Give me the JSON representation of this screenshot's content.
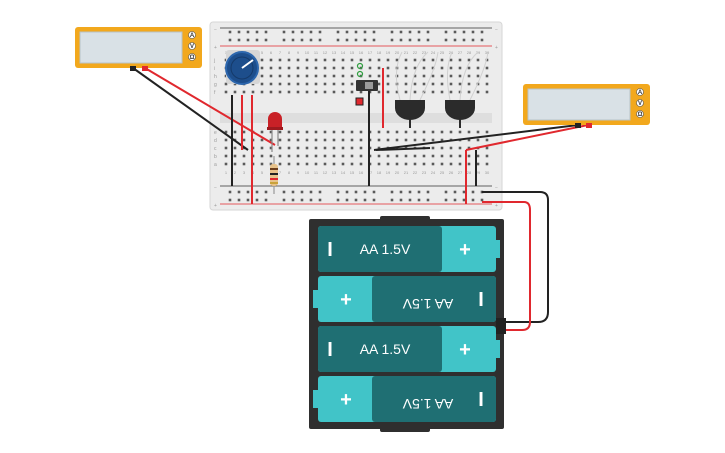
{
  "multimeters": [
    {
      "id": "meter-left",
      "buttons": [
        "A",
        "V",
        "Ω"
      ]
    },
    {
      "id": "meter-right",
      "buttons": [
        "A",
        "V",
        "Ω"
      ]
    }
  ],
  "breadboard": {
    "row_letters_top": [
      "j",
      "i",
      "h",
      "g",
      "f"
    ],
    "row_letters_bottom": [
      "e",
      "d",
      "c",
      "b",
      "a"
    ],
    "column_count": 30
  },
  "battery_pack": {
    "cells": [
      {
        "label": "AA 1.5V",
        "neg": "I",
        "pos": "+",
        "flipped": false
      },
      {
        "label": "AA 1.5V",
        "neg": "I",
        "pos": "+",
        "flipped": true
      },
      {
        "label": "AA 1.5V",
        "neg": "I",
        "pos": "+",
        "flipped": false
      },
      {
        "label": "AA 1.5V",
        "neg": "I",
        "pos": "+",
        "flipped": true
      }
    ]
  },
  "colors": {
    "meter_body": "#f2a81d",
    "meter_screen": "#d9e1e6",
    "breadboard": "#ececec",
    "hole": "#5a5a5a",
    "rail_red": "#e0282e",
    "rail_dark": "#333333",
    "wire_red": "#e0282e",
    "wire_black": "#222222",
    "battery_case": "#2f2f2f",
    "cell_dark": "#1f6f73",
    "cell_light": "#41c4c8",
    "pot_knob": "#1d4e8c",
    "led_red": "#c92127",
    "transistor": "#2b2b2b"
  }
}
